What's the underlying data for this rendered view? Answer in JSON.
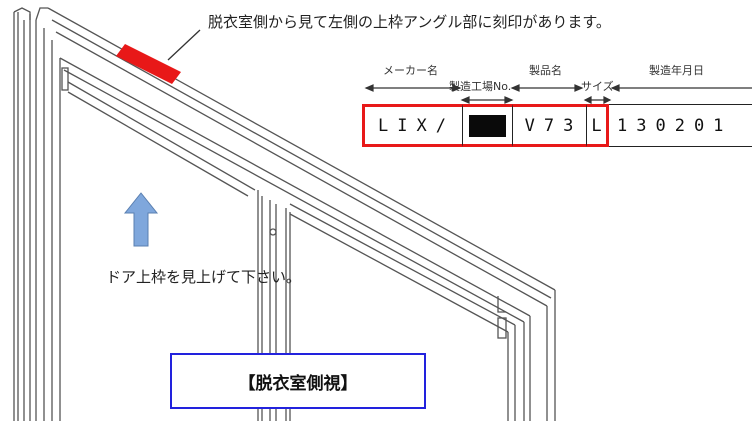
{
  "callout": {
    "text": "脱衣室側から見て左側の上枠アングル部に刻印があります。"
  },
  "marking_labels": {
    "maker_name": "メーカー名",
    "factory_no": "製造工場No.",
    "product_name": "製品名",
    "size": "サイズ",
    "manufacture_date": "製造年月日"
  },
  "marking_values": {
    "maker": "LIX/",
    "product": "V73",
    "size": "L",
    "date": "130201"
  },
  "instruction": {
    "text": "ドア上枠を見上げて下さい。"
  },
  "view_label": {
    "text": "【脱衣室側視】"
  },
  "colors": {
    "highlight_red": "#e81818",
    "arrow_blue": "#7fa7dc",
    "label_border_blue": "#2222dd",
    "frame_line": "#555555"
  }
}
